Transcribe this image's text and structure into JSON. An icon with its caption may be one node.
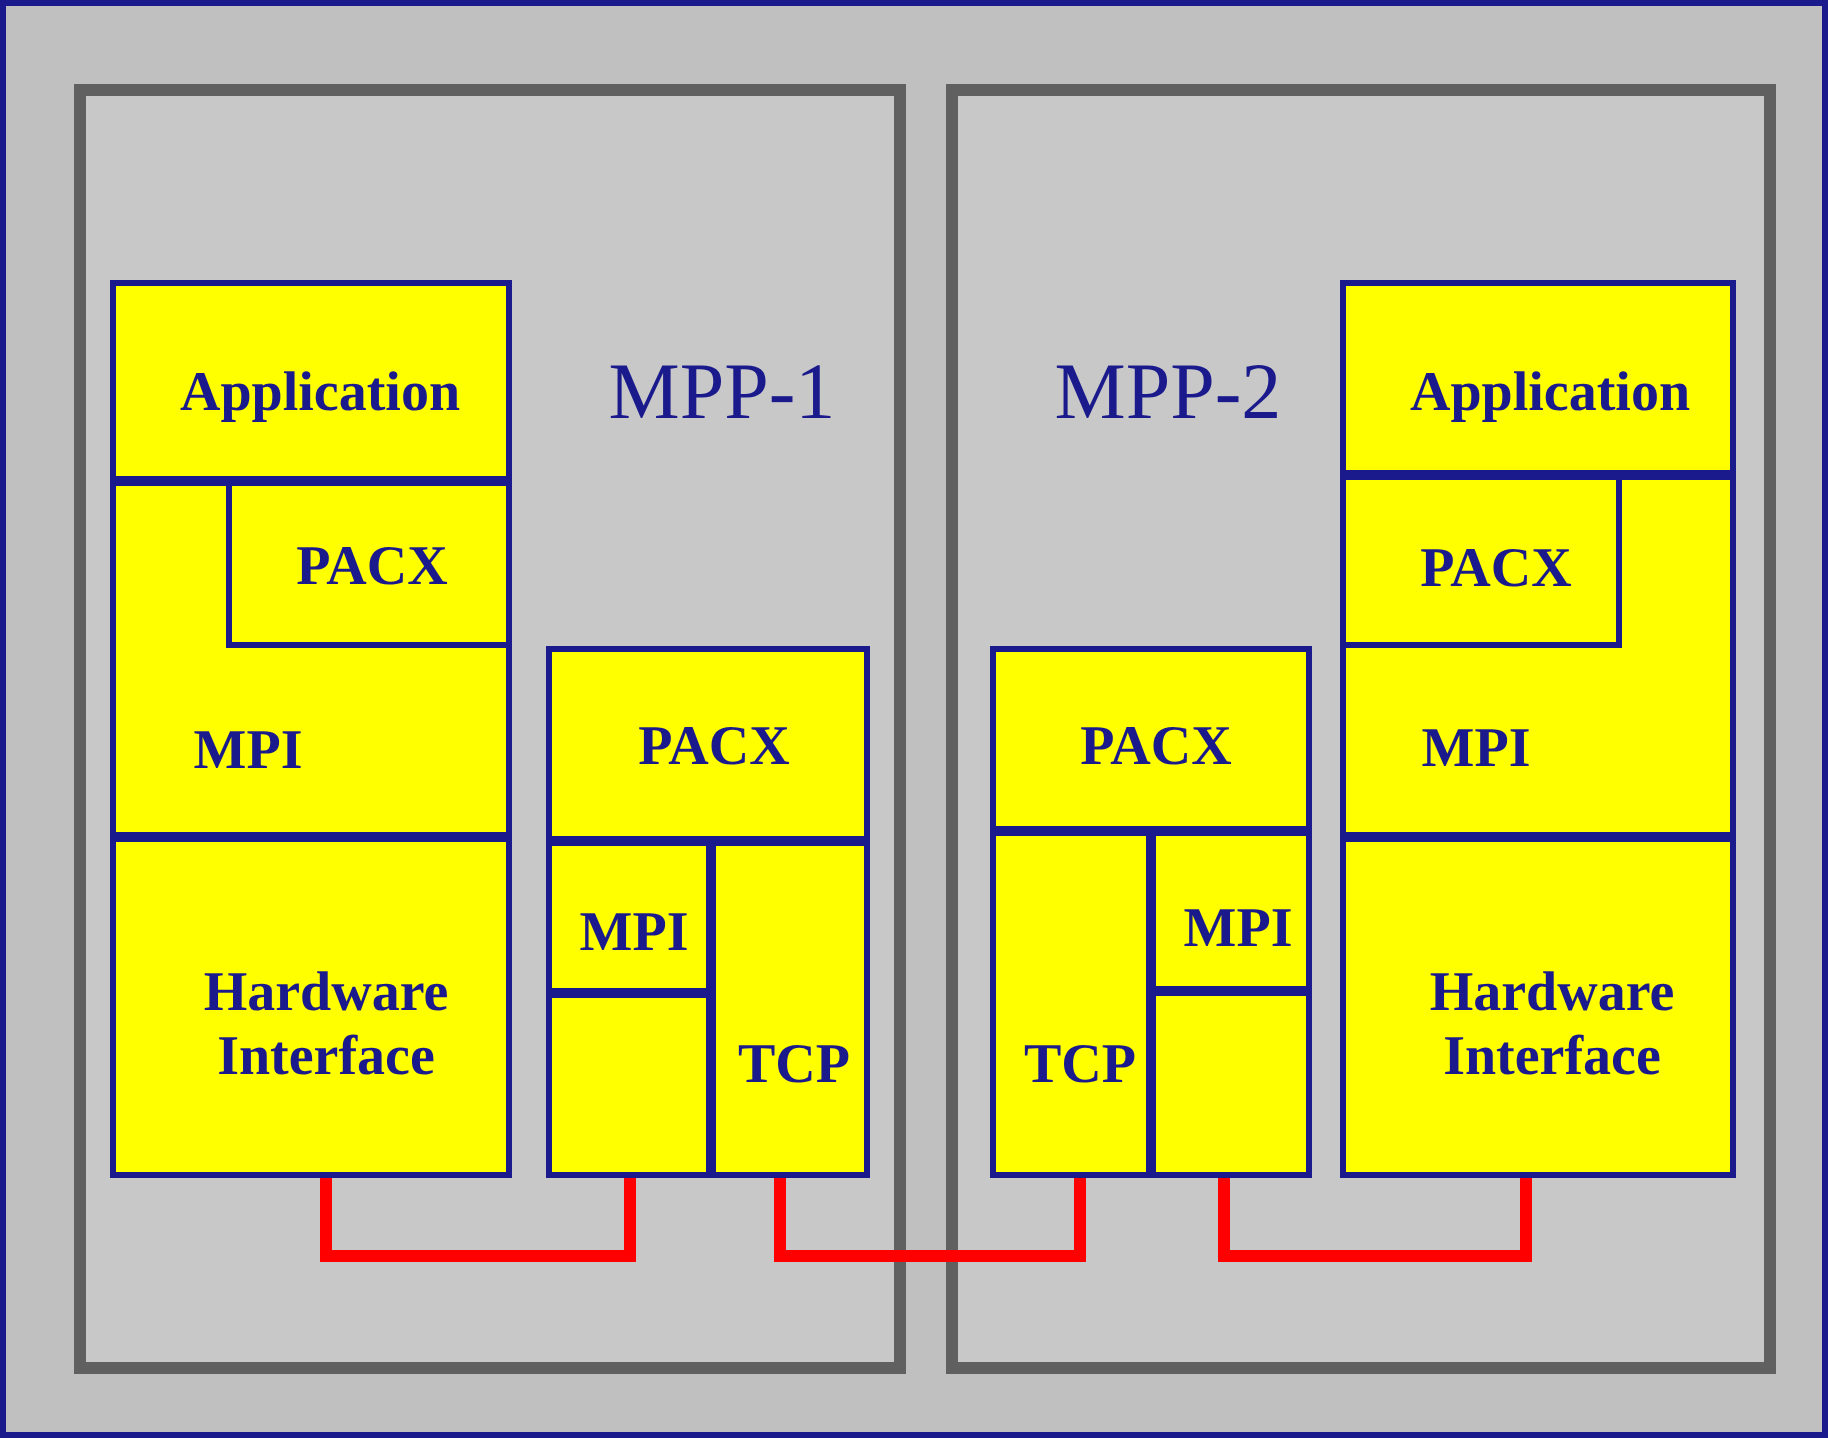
{
  "diagram": {
    "nodes": [
      {
        "text": [
          "MPP-1"
        ]
      },
      {
        "text": [
          "Application"
        ],
        "in": 0
      },
      {
        "text": [
          "MPI"
        ],
        "in": 0
      },
      {
        "text": [
          "PACX"
        ],
        "in": 2
      },
      {
        "text": [
          "Hardware Interface"
        ],
        "in": 0
      },
      {
        "text": [
          "PACX"
        ],
        "in": 0
      },
      {
        "text": [
          "MPI"
        ],
        "in": 0
      },
      {
        "text": [],
        "shape": "box",
        "in": 0
      },
      {
        "text": [
          "TCP"
        ],
        "in": 0
      },
      {
        "text": [
          "MPP-2"
        ]
      },
      {
        "text": [
          "PACX"
        ],
        "in": 9
      },
      {
        "text": [
          "TCP"
        ],
        "in": 9
      },
      {
        "text": [
          "MPI"
        ],
        "in": 9
      },
      {
        "text": [],
        "shape": "box",
        "in": 9
      },
      {
        "text": [
          "Application"
        ],
        "in": 9
      },
      {
        "text": [
          "MPI"
        ],
        "in": 9
      },
      {
        "text": [
          "PACX"
        ],
        "in": 15
      },
      {
        "text": [
          "Hardware Interface"
        ],
        "in": 9
      }
    ],
    "edges": [
      {
        "from": 4,
        "to": 7,
        "arrow": "none"
      },
      {
        "from": 8,
        "to": 11,
        "arrow": "none"
      },
      {
        "from": 13,
        "to": 17,
        "arrow": "none"
      }
    ]
  }
}
